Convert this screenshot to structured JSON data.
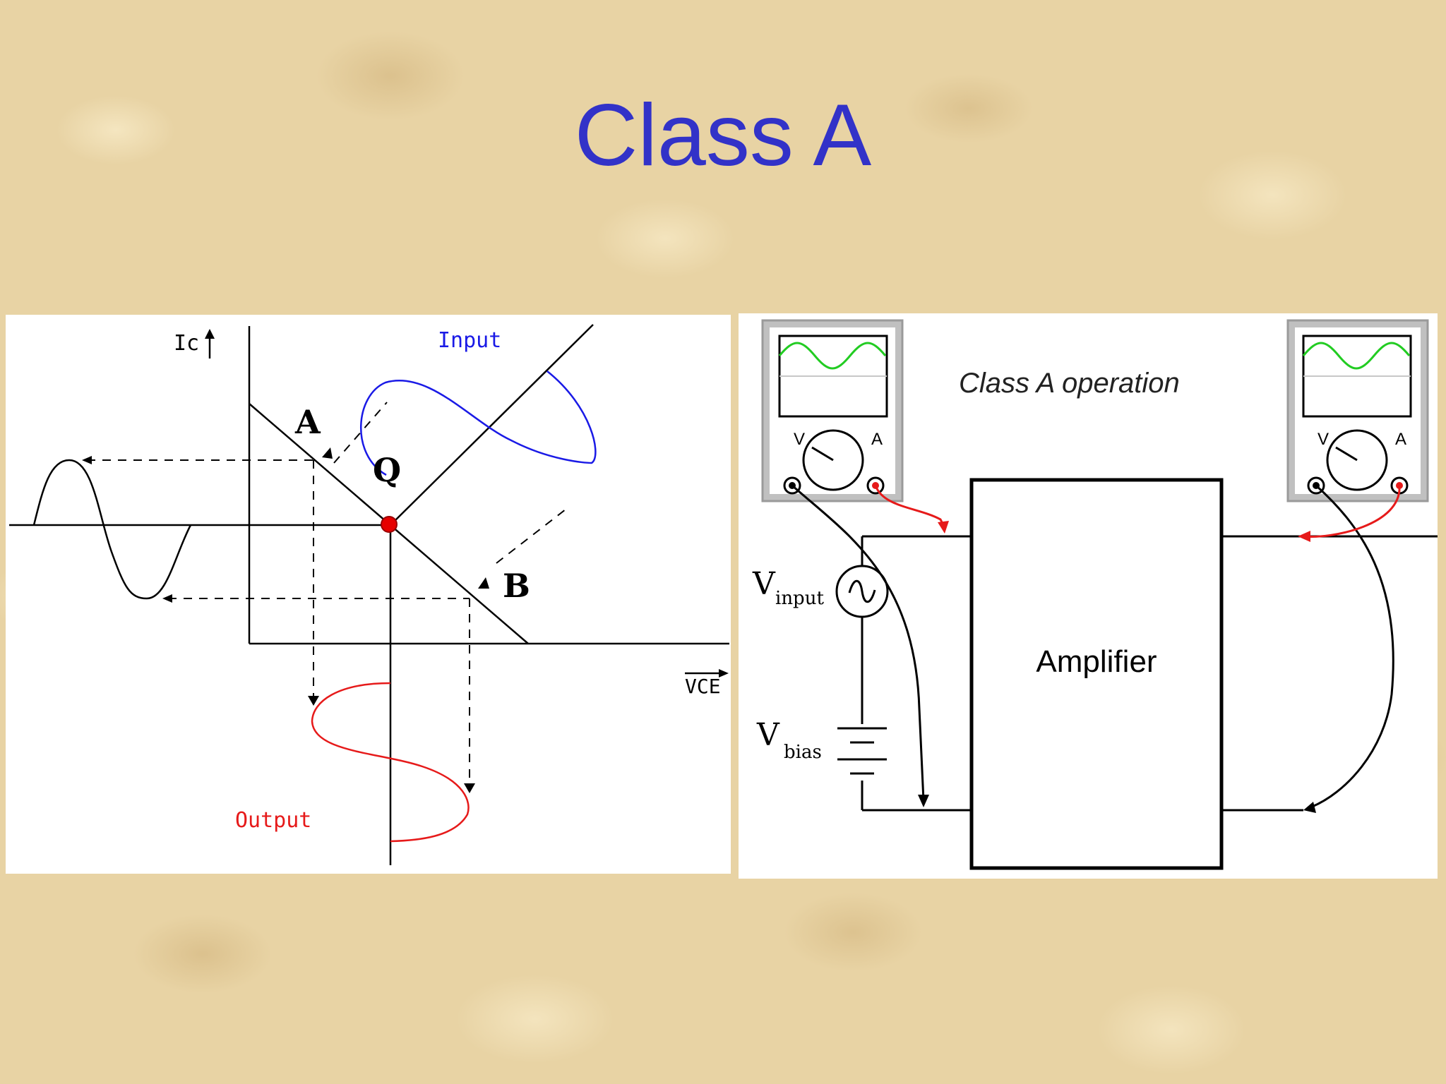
{
  "title": "Class A",
  "left_figure": {
    "axis_y_label": "Ic",
    "axis_x_label": "VCE",
    "input_label": "Input",
    "output_label": "Output",
    "point_a": "A",
    "point_q": "Q",
    "point_b": "B",
    "colors": {
      "input": "#1a1ae6",
      "output": "#e61a1a",
      "q_point": "#e60000"
    }
  },
  "right_figure": {
    "caption": "Class A operation",
    "amplifier_label": "Amplifier",
    "v_input": {
      "symbol": "V",
      "subscript": "input"
    },
    "v_bias": {
      "symbol": "V",
      "subscript": "bias"
    },
    "meter_left": {
      "v_label": "V",
      "a_label": "A"
    },
    "meter_right": {
      "v_label": "V",
      "a_label": "A"
    },
    "colors": {
      "trace": "#22cc22",
      "probe": "#e61a1a"
    }
  }
}
